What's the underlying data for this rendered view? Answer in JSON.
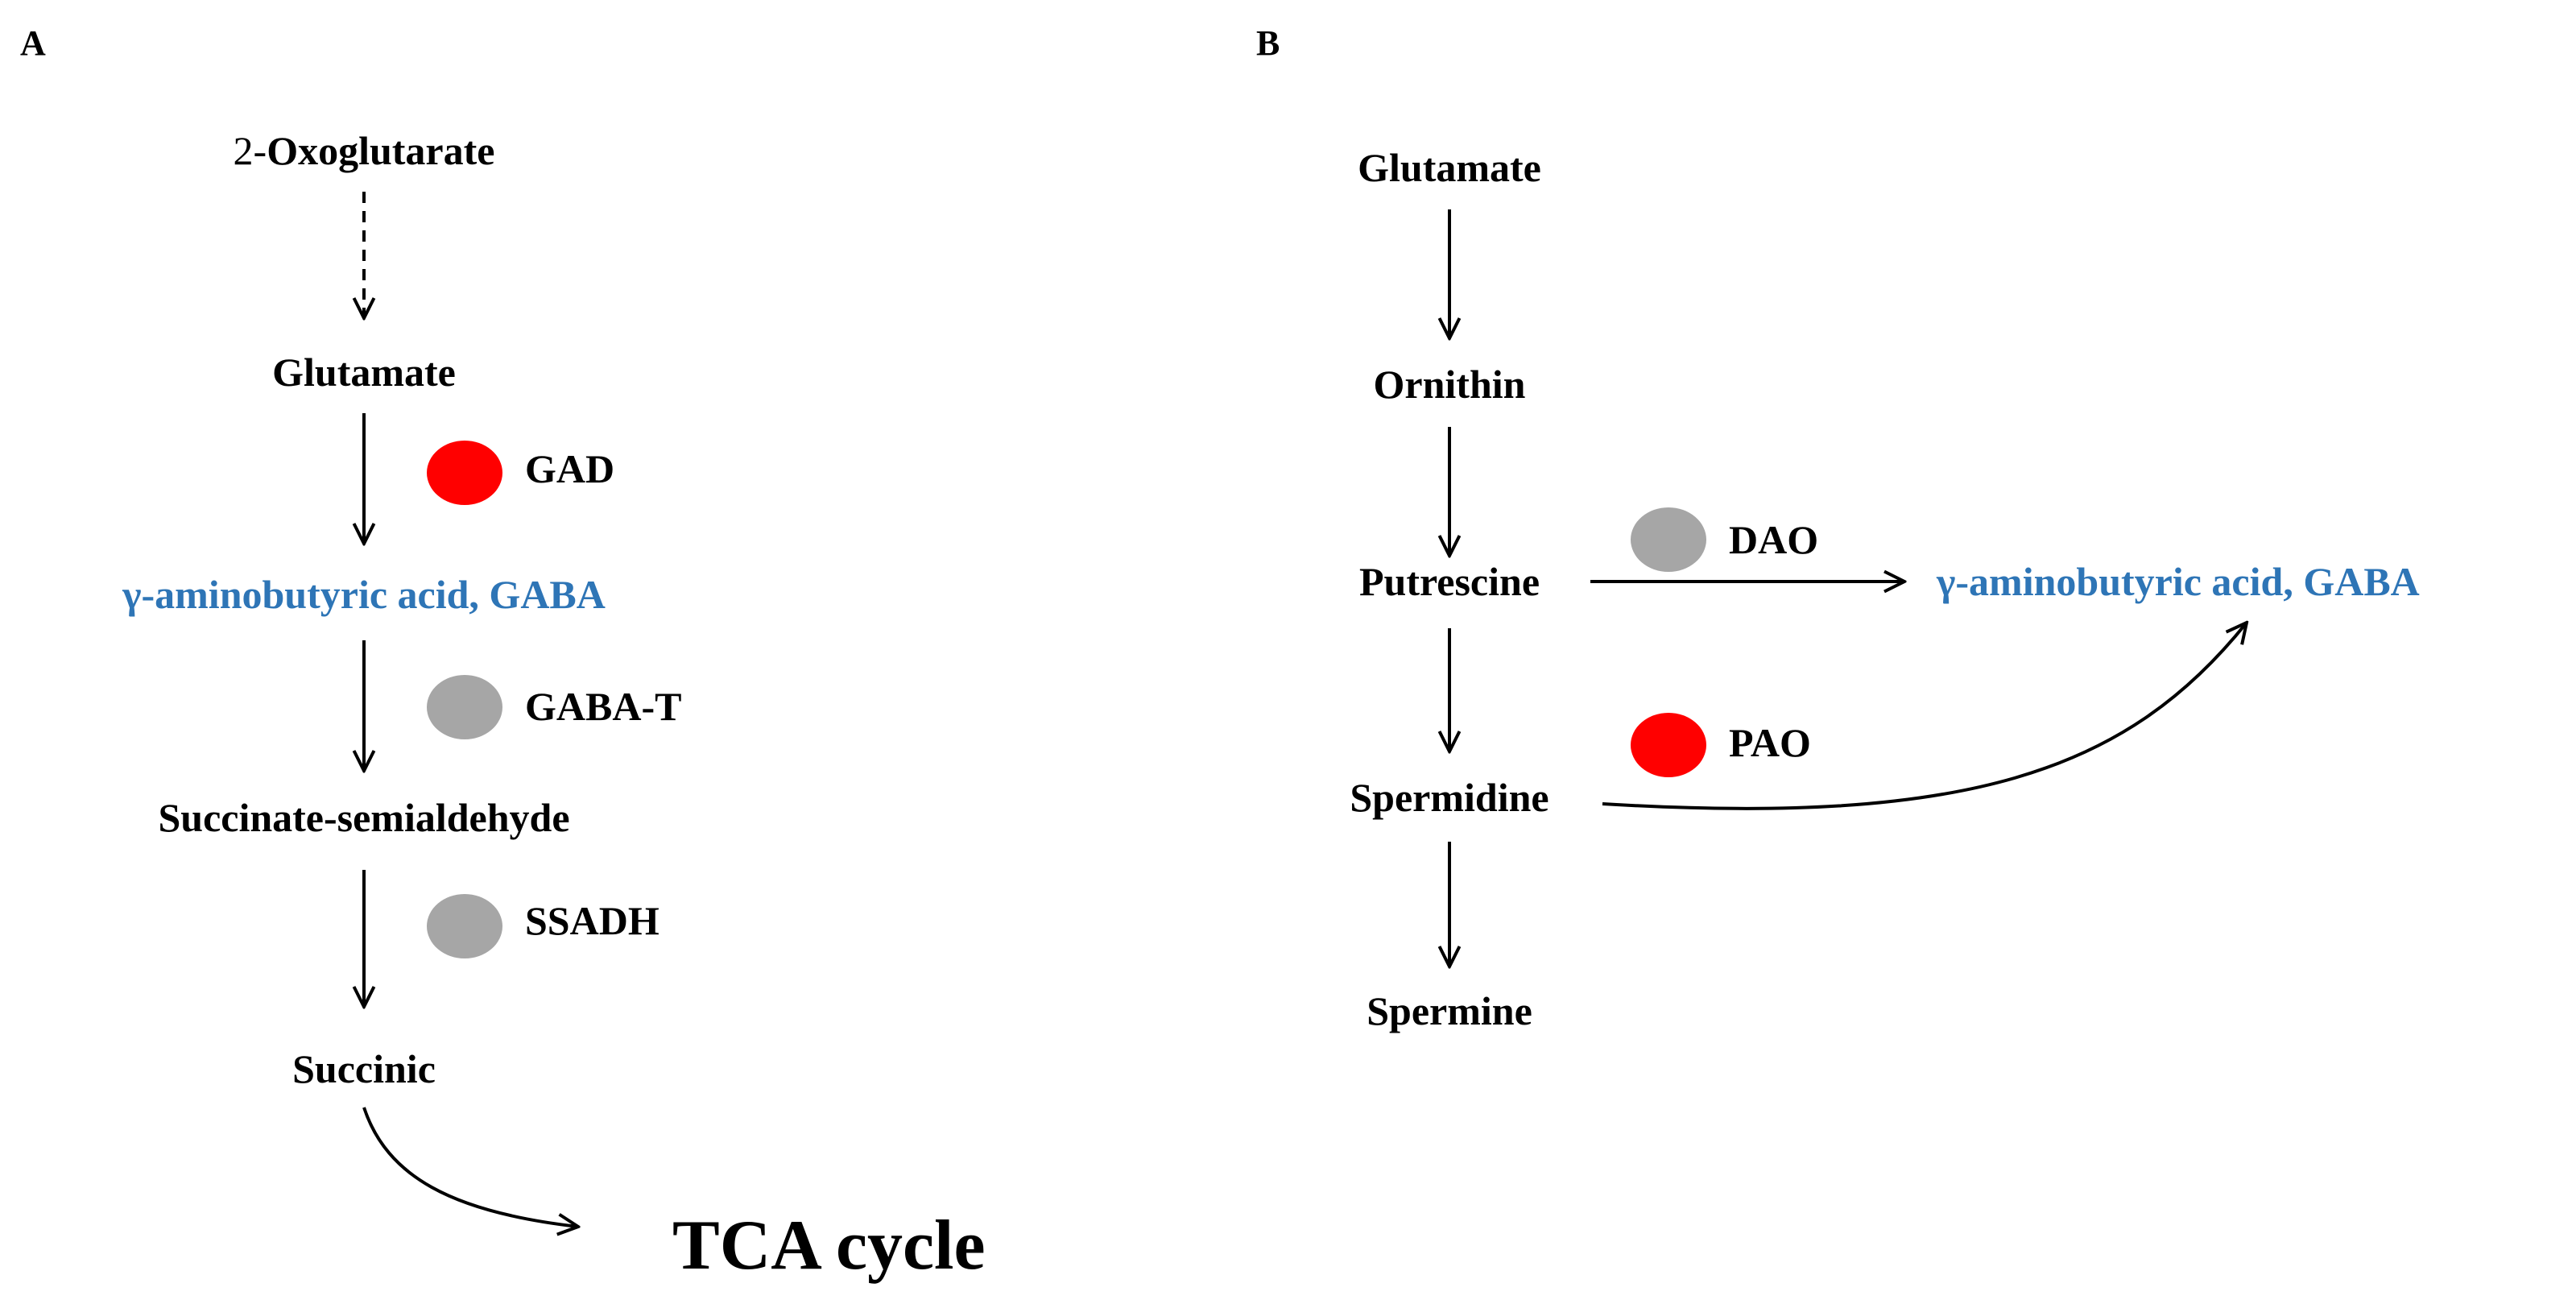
{
  "colors": {
    "active": "#ff0000",
    "inactive": "#a6a6a6",
    "gaba_text": "#2e75b6",
    "arrow": "#000000"
  },
  "panel_a": {
    "label": "A",
    "nodes": {
      "oxoglutarate": "2-Oxoglutarate",
      "glutamate": "Glutamate",
      "gaba": "γ-aminobutyric acid, GABA",
      "ssa": "Succinate-semialdehyde",
      "succinic": "Succinic",
      "tca": "TCA cycle"
    },
    "enzymes": [
      {
        "name": "GAD",
        "status": "active"
      },
      {
        "name": "GABA-T",
        "status": "inactive"
      },
      {
        "name": "SSADH",
        "status": "inactive"
      }
    ]
  },
  "panel_b": {
    "label": "B",
    "nodes": {
      "glutamate": "Glutamate",
      "ornithin": "Ornithin",
      "putrescine": "Putrescine",
      "spermidine": "Spermidine",
      "spermine": "Spermine",
      "gaba": "γ-aminobutyric acid, GABA"
    },
    "enzymes": [
      {
        "name": "DAO",
        "status": "inactive"
      },
      {
        "name": "PAO",
        "status": "active"
      }
    ]
  }
}
